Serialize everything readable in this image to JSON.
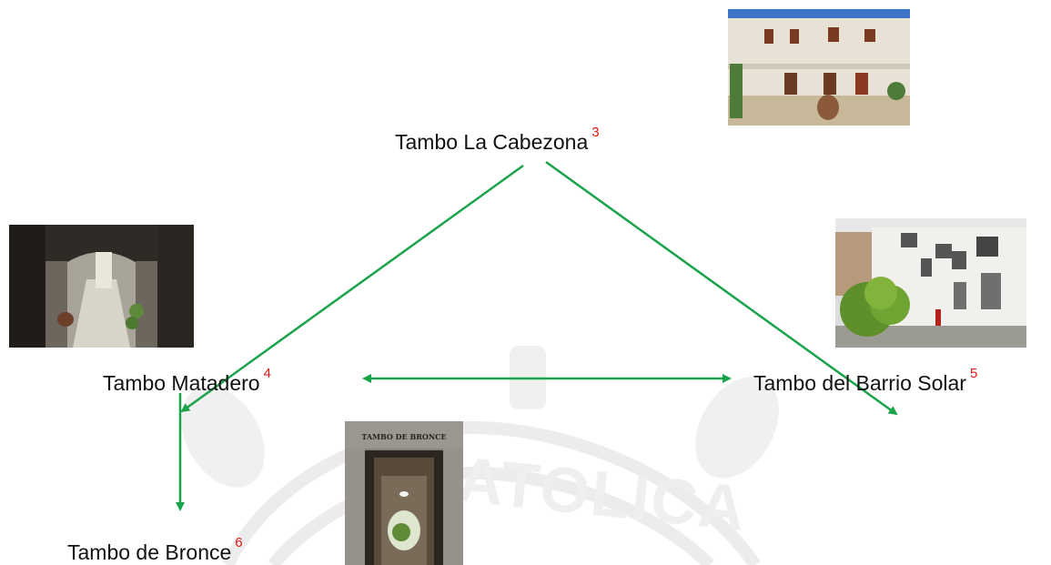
{
  "nodes": {
    "cabezona": {
      "name": "Tambo La Cabezona",
      "ref": "3"
    },
    "matadero": {
      "name": "Tambo Matadero",
      "ref": "4"
    },
    "barrio_solar": {
      "name": "Tambo del Barrio Solar",
      "ref": "5"
    },
    "bronce": {
      "name": "Tambo de Bronce",
      "ref": "6"
    }
  },
  "photos": {
    "bronce_sign": "TAMBO DE BRONCE"
  },
  "watermark": {
    "text": "CATOLICA"
  },
  "colors": {
    "arrow": "#1aa34a",
    "reference": "#e01818",
    "label": "#111111"
  },
  "edges": [
    {
      "from": "Tambo La Cabezona",
      "to": "Tambo Matadero",
      "direction": "forward"
    },
    {
      "from": "Tambo La Cabezona",
      "to": "Tambo del Barrio Solar",
      "direction": "forward"
    },
    {
      "from": "Tambo Matadero",
      "to": "Tambo del Barrio Solar",
      "direction": "both"
    },
    {
      "from": "Tambo Matadero",
      "to": "Tambo de Bronce",
      "direction": "forward"
    }
  ]
}
